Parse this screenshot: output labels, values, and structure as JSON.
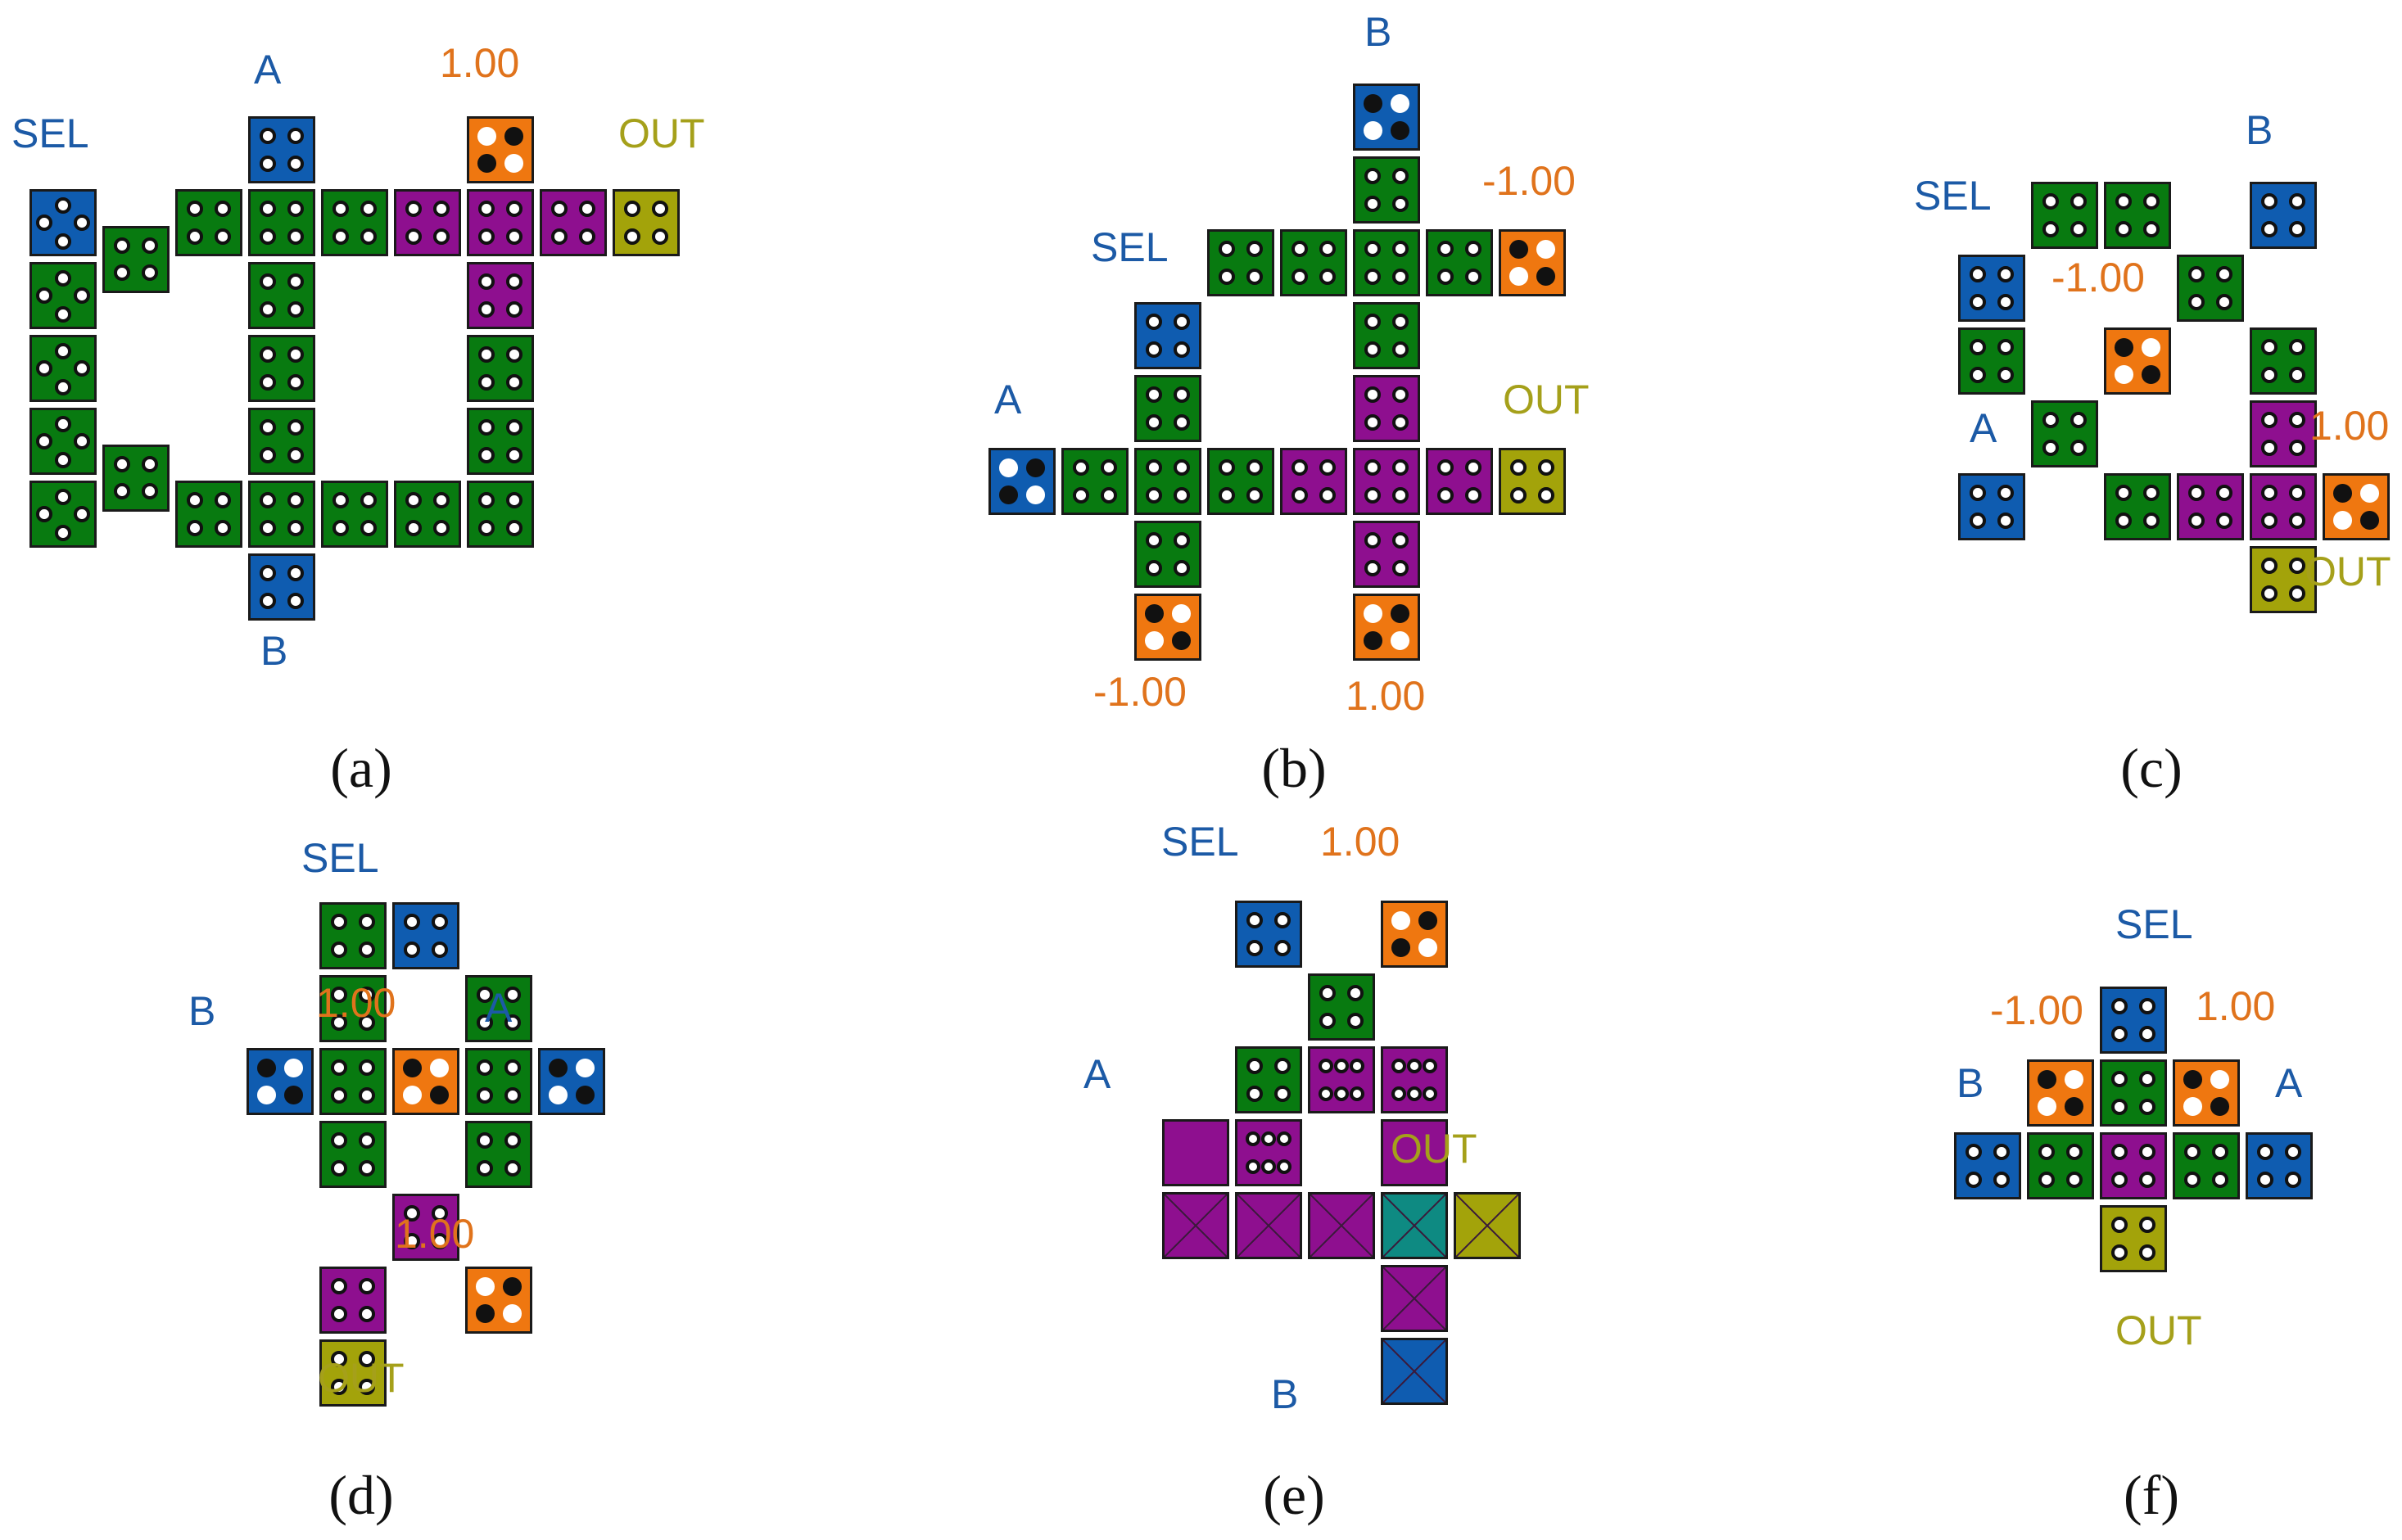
{
  "colors": {
    "green": "#087a10",
    "magenta": "#8e0f8f",
    "blue": "#0f5cb0",
    "orange": "#ef7710",
    "olive": "#a3a30a",
    "teal": "#0e8a82",
    "label_blue": "#1c5aa6",
    "label_orange": "#e0731c",
    "label_olive": "#a5a01a"
  },
  "panels": [
    {
      "id": "a",
      "caption": "(a)",
      "labels": [
        {
          "text": "SEL",
          "color": "blue"
        },
        {
          "text": "A",
          "color": "blue"
        },
        {
          "text": "1.00",
          "color": "orange"
        },
        {
          "text": "OUT",
          "color": "olive"
        },
        {
          "text": "B",
          "color": "blue"
        }
      ],
      "cells": [
        {
          "c": 3,
          "r": 0,
          "color": "blue",
          "pattern": "std"
        },
        {
          "c": 6,
          "r": 0,
          "color": "orange",
          "pattern": "pos"
        },
        {
          "c": 0,
          "r": 1,
          "color": "blue",
          "pattern": "edge"
        },
        {
          "c": 2,
          "r": 1,
          "color": "green",
          "pattern": "std"
        },
        {
          "c": 3,
          "r": 1,
          "color": "green",
          "pattern": "std"
        },
        {
          "c": 4,
          "r": 1,
          "color": "green",
          "pattern": "std"
        },
        {
          "c": 5,
          "r": 1,
          "color": "magenta",
          "pattern": "std"
        },
        {
          "c": 6,
          "r": 1,
          "color": "magenta",
          "pattern": "std"
        },
        {
          "c": 7,
          "r": 1,
          "color": "magenta",
          "pattern": "std"
        },
        {
          "c": 8,
          "r": 1,
          "color": "olive",
          "pattern": "std"
        },
        {
          "c": 0,
          "r": 2,
          "color": "green",
          "pattern": "edge"
        },
        {
          "c": 3,
          "r": 2,
          "color": "green",
          "pattern": "std"
        },
        {
          "c": 6,
          "r": 2,
          "color": "magenta",
          "pattern": "std"
        },
        {
          "c": 0,
          "r": 3,
          "color": "green",
          "pattern": "edge"
        },
        {
          "c": 3,
          "r": 3,
          "color": "green",
          "pattern": "std"
        },
        {
          "c": 6,
          "r": 3,
          "color": "green",
          "pattern": "std"
        },
        {
          "c": 0,
          "r": 4,
          "color": "green",
          "pattern": "edge"
        },
        {
          "c": 3,
          "r": 4,
          "color": "green",
          "pattern": "std"
        },
        {
          "c": 6,
          "r": 4,
          "color": "green",
          "pattern": "std"
        },
        {
          "c": 0,
          "r": 5,
          "color": "green",
          "pattern": "edge"
        },
        {
          "c": 2,
          "r": 5,
          "color": "green",
          "pattern": "std"
        },
        {
          "c": 3,
          "r": 5,
          "color": "green",
          "pattern": "std"
        },
        {
          "c": 4,
          "r": 5,
          "color": "green",
          "pattern": "std"
        },
        {
          "c": 5,
          "r": 5,
          "color": "green",
          "pattern": "std"
        },
        {
          "c": 6,
          "r": 5,
          "color": "green",
          "pattern": "std"
        },
        {
          "c": 3,
          "r": 6,
          "color": "blue",
          "pattern": "std"
        },
        {
          "c": 1,
          "r": 1.5,
          "color": "green",
          "pattern": "std"
        },
        {
          "c": 1,
          "r": 4.5,
          "color": "green",
          "pattern": "std"
        }
      ]
    },
    {
      "id": "b",
      "caption": "(b)",
      "labels": [
        {
          "text": "B",
          "color": "blue"
        },
        {
          "text": "-1.00",
          "color": "orange"
        },
        {
          "text": "SEL",
          "color": "blue"
        },
        {
          "text": "A",
          "color": "blue"
        },
        {
          "text": "OUT",
          "color": "olive"
        },
        {
          "text": "-1.00",
          "color": "orange"
        },
        {
          "text": "1.00",
          "color": "orange"
        }
      ],
      "cells": [
        {
          "c": 5,
          "r": 0,
          "color": "blue",
          "pattern": "neg"
        },
        {
          "c": 5,
          "r": 1,
          "color": "green",
          "pattern": "std"
        },
        {
          "c": 3,
          "r": 2,
          "color": "green",
          "pattern": "std"
        },
        {
          "c": 4,
          "r": 2,
          "color": "green",
          "pattern": "std"
        },
        {
          "c": 5,
          "r": 2,
          "color": "green",
          "pattern": "std"
        },
        {
          "c": 6,
          "r": 2,
          "color": "green",
          "pattern": "std"
        },
        {
          "c": 7,
          "r": 2,
          "color": "orange",
          "pattern": "neg"
        },
        {
          "c": 2,
          "r": 3,
          "color": "blue",
          "pattern": "std"
        },
        {
          "c": 5,
          "r": 3,
          "color": "green",
          "pattern": "std"
        },
        {
          "c": 2,
          "r": 4,
          "color": "green",
          "pattern": "std"
        },
        {
          "c": 5,
          "r": 4,
          "color": "magenta",
          "pattern": "std"
        },
        {
          "c": 0,
          "r": 5,
          "color": "blue",
          "pattern": "pos"
        },
        {
          "c": 1,
          "r": 5,
          "color": "green",
          "pattern": "std"
        },
        {
          "c": 2,
          "r": 5,
          "color": "green",
          "pattern": "std"
        },
        {
          "c": 3,
          "r": 5,
          "color": "green",
          "pattern": "std"
        },
        {
          "c": 4,
          "r": 5,
          "color": "magenta",
          "pattern": "std"
        },
        {
          "c": 5,
          "r": 5,
          "color": "magenta",
          "pattern": "std"
        },
        {
          "c": 6,
          "r": 5,
          "color": "magenta",
          "pattern": "std"
        },
        {
          "c": 7,
          "r": 5,
          "color": "olive",
          "pattern": "std"
        },
        {
          "c": 2,
          "r": 6,
          "color": "green",
          "pattern": "std"
        },
        {
          "c": 5,
          "r": 6,
          "color": "magenta",
          "pattern": "std"
        },
        {
          "c": 2,
          "r": 7,
          "color": "orange",
          "pattern": "neg"
        },
        {
          "c": 5,
          "r": 7,
          "color": "orange",
          "pattern": "pos"
        }
      ]
    },
    {
      "id": "c",
      "caption": "(c)",
      "labels": [
        {
          "text": "B",
          "color": "blue"
        },
        {
          "text": "SEL",
          "color": "blue"
        },
        {
          "text": "-1.00",
          "color": "orange"
        },
        {
          "text": "1.00",
          "color": "orange"
        },
        {
          "text": "A",
          "color": "blue"
        },
        {
          "text": "OUT",
          "color": "olive"
        }
      ],
      "cells": [
        {
          "c": 1,
          "r": 0,
          "color": "green",
          "pattern": "std"
        },
        {
          "c": 2,
          "r": 0,
          "color": "green",
          "pattern": "std"
        },
        {
          "c": 4,
          "r": 0,
          "color": "blue",
          "pattern": "std"
        },
        {
          "c": 0,
          "r": 1,
          "color": "blue",
          "pattern": "std"
        },
        {
          "c": 3,
          "r": 1,
          "color": "green",
          "pattern": "std"
        },
        {
          "c": 0,
          "r": 2,
          "color": "green",
          "pattern": "std"
        },
        {
          "c": 2,
          "r": 2,
          "color": "orange",
          "pattern": "neg"
        },
        {
          "c": 4,
          "r": 2,
          "color": "green",
          "pattern": "std"
        },
        {
          "c": 1,
          "r": 3,
          "color": "green",
          "pattern": "std"
        },
        {
          "c": 4,
          "r": 3,
          "color": "magenta",
          "pattern": "std"
        },
        {
          "c": 0,
          "r": 4,
          "color": "blue",
          "pattern": "std"
        },
        {
          "c": 2,
          "r": 4,
          "color": "green",
          "pattern": "std"
        },
        {
          "c": 3,
          "r": 4,
          "color": "magenta",
          "pattern": "std"
        },
        {
          "c": 4,
          "r": 4,
          "color": "magenta",
          "pattern": "std"
        },
        {
          "c": 5,
          "r": 4,
          "color": "orange",
          "pattern": "neg"
        },
        {
          "c": 4,
          "r": 5,
          "color": "olive",
          "pattern": "std"
        }
      ]
    },
    {
      "id": "d",
      "caption": "(d)",
      "labels": [
        {
          "text": "SEL",
          "color": "blue"
        },
        {
          "text": "B",
          "color": "blue"
        },
        {
          "text": "1.00",
          "color": "orange"
        },
        {
          "text": "A",
          "color": "blue"
        },
        {
          "text": "1.00",
          "color": "orange"
        },
        {
          "text": "OUT",
          "color": "olive"
        }
      ],
      "cells": [
        {
          "c": 1,
          "r": 0,
          "color": "green",
          "pattern": "std"
        },
        {
          "c": 2,
          "r": 0,
          "color": "blue",
          "pattern": "std"
        },
        {
          "c": 1,
          "r": 1,
          "color": "green",
          "pattern": "std"
        },
        {
          "c": 3,
          "r": 1,
          "color": "green",
          "pattern": "std"
        },
        {
          "c": 0,
          "r": 2,
          "color": "blue",
          "pattern": "neg"
        },
        {
          "c": 1,
          "r": 2,
          "color": "green",
          "pattern": "std"
        },
        {
          "c": 2,
          "r": 2,
          "color": "orange",
          "pattern": "neg"
        },
        {
          "c": 3,
          "r": 2,
          "color": "green",
          "pattern": "std"
        },
        {
          "c": 4,
          "r": 2,
          "color": "blue",
          "pattern": "neg"
        },
        {
          "c": 1,
          "r": 3,
          "color": "green",
          "pattern": "std"
        },
        {
          "c": 3,
          "r": 3,
          "color": "green",
          "pattern": "std"
        },
        {
          "c": 2,
          "r": 4,
          "color": "magenta",
          "pattern": "std"
        },
        {
          "c": 1,
          "r": 5,
          "color": "magenta",
          "pattern": "std"
        },
        {
          "c": 3,
          "r": 5,
          "color": "orange",
          "pattern": "pos"
        },
        {
          "c": 1,
          "r": 6,
          "color": "olive",
          "pattern": "std"
        }
      ]
    },
    {
      "id": "e",
      "caption": "(e)",
      "labels": [
        {
          "text": "SEL",
          "color": "blue"
        },
        {
          "text": "1.00",
          "color": "orange"
        },
        {
          "text": "A",
          "color": "blue"
        },
        {
          "text": "OUT",
          "color": "olive"
        },
        {
          "text": "B",
          "color": "blue"
        }
      ],
      "cells": [
        {
          "c": 1,
          "r": 0,
          "color": "blue",
          "pattern": "std"
        },
        {
          "c": 3,
          "r": 0,
          "color": "orange",
          "pattern": "pos"
        },
        {
          "c": 2,
          "r": 1,
          "color": "green",
          "pattern": "std"
        },
        {
          "c": 1,
          "r": 2,
          "color": "green",
          "pattern": "std"
        },
        {
          "c": 2,
          "r": 2,
          "color": "magenta",
          "pattern": "six"
        },
        {
          "c": 3,
          "r": 2,
          "color": "magenta",
          "pattern": "six"
        },
        {
          "c": 0,
          "r": 3,
          "color": "magenta",
          "pattern": "none"
        },
        {
          "c": 1,
          "r": 3,
          "color": "magenta",
          "pattern": "six"
        },
        {
          "c": 3,
          "r": 3,
          "color": "magenta",
          "pattern": "none"
        },
        {
          "c": 0,
          "r": 4,
          "color": "magenta",
          "pattern": "x"
        },
        {
          "c": 1,
          "r": 4,
          "color": "magenta",
          "pattern": "x"
        },
        {
          "c": 2,
          "r": 4,
          "color": "magenta",
          "pattern": "x"
        },
        {
          "c": 3,
          "r": 4,
          "color": "teal",
          "pattern": "x"
        },
        {
          "c": 4,
          "r": 4,
          "color": "olive",
          "pattern": "x"
        },
        {
          "c": 3,
          "r": 5,
          "color": "magenta",
          "pattern": "x"
        },
        {
          "c": 3,
          "r": 6,
          "color": "blue",
          "pattern": "x"
        }
      ]
    },
    {
      "id": "f",
      "caption": "(f)",
      "labels": [
        {
          "text": "SEL",
          "color": "blue"
        },
        {
          "text": "-1.00",
          "color": "orange"
        },
        {
          "text": "1.00",
          "color": "orange"
        },
        {
          "text": "B",
          "color": "blue"
        },
        {
          "text": "A",
          "color": "blue"
        },
        {
          "text": "OUT",
          "color": "olive"
        }
      ],
      "cells": [
        {
          "c": 2,
          "r": 0,
          "color": "blue",
          "pattern": "std"
        },
        {
          "c": 1,
          "r": 1,
          "color": "orange",
          "pattern": "neg"
        },
        {
          "c": 2,
          "r": 1,
          "color": "green",
          "pattern": "std"
        },
        {
          "c": 3,
          "r": 1,
          "color": "orange",
          "pattern": "neg"
        },
        {
          "c": 0,
          "r": 2,
          "color": "blue",
          "pattern": "std"
        },
        {
          "c": 1,
          "r": 2,
          "color": "green",
          "pattern": "std"
        },
        {
          "c": 2,
          "r": 2,
          "color": "magenta",
          "pattern": "std"
        },
        {
          "c": 3,
          "r": 2,
          "color": "green",
          "pattern": "std"
        },
        {
          "c": 4,
          "r": 2,
          "color": "blue",
          "pattern": "std"
        },
        {
          "c": 2,
          "r": 3,
          "color": "olive",
          "pattern": "std"
        }
      ]
    }
  ]
}
